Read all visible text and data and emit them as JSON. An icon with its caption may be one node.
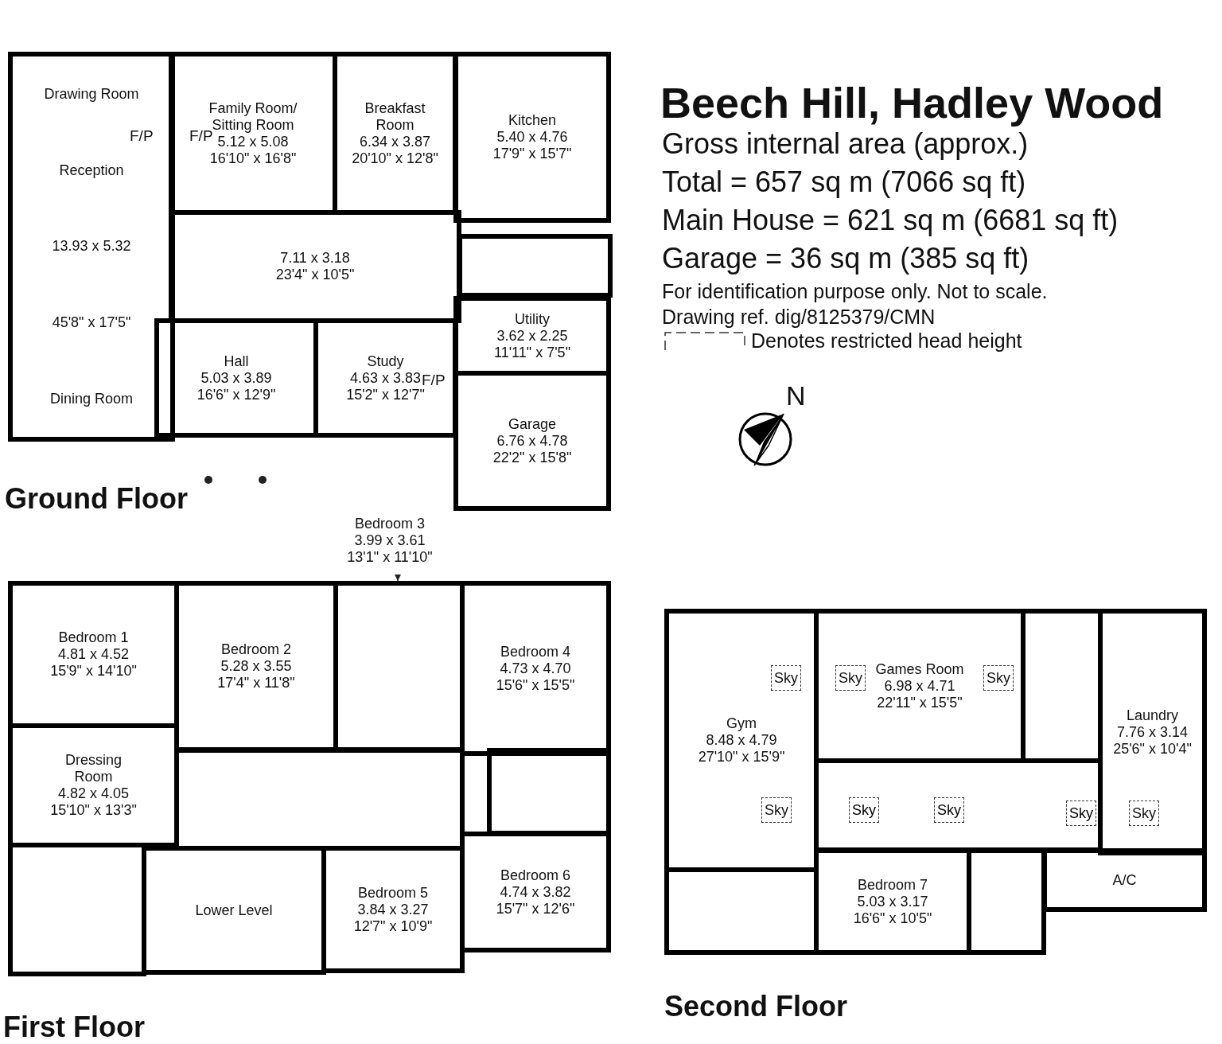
{
  "diagram": {
    "title": "Beech Hill, Hadley Wood",
    "nodes": [
      {
        "text": [
          "Drawing Room",
          "Reception",
          "13.93 x 5.32",
          "45'8\" x 17'5\"",
          "Dining Room"
        ]
      },
      {
        "text": [
          "Family Room/ Sitting Room",
          "5.12 x 5.08",
          "16'10\" x 16'8\""
        ]
      },
      {
        "text": [
          "Breakfast Room",
          "6.34 x 3.87",
          "20'10\" x 12'8\""
        ]
      },
      {
        "text": [
          "Kitchen",
          "5.40 x 4.76",
          "17'9\" x 15'7\""
        ]
      },
      {
        "text": [
          "7.11 x 3.18",
          "23'4\" x 10'5\""
        ]
      },
      {
        "text": [
          "Hall",
          "5.03 x 3.89",
          "16'6\" x 12'9\""
        ]
      },
      {
        "text": [
          "Study",
          "4.63 x 3.83",
          "15'2\" x 12'7\""
        ]
      },
      {
        "text": [
          "Utility",
          "3.62 x 2.25",
          "11'11\" x 7'5\""
        ]
      },
      {
        "text": [
          "Garage",
          "6.76 x 4.78",
          "22'2\" x 15'8\""
        ]
      },
      {
        "text": [
          "Bedroom 1",
          "4.81 x 4.52",
          "15'9\" x 14'10\""
        ]
      },
      {
        "text": [
          "Bedroom 2",
          "5.28 x 3.55",
          "17'4\" x 11'8\""
        ]
      },
      {
        "text": [
          "Bedroom 3",
          "3.99 x 3.61",
          "13'1\" x 11'10\""
        ]
      },
      {
        "text": [],
        "shape": "box"
      },
      {
        "text": [
          "Bedroom 4",
          "4.73 x 4.70",
          "15'6\" x 15'5\""
        ]
      },
      {
        "text": [
          "Dressing Room",
          "4.82 x 4.05",
          "15'10\" x 13'3\""
        ]
      },
      {
        "text": [
          "Lower Level"
        ]
      },
      {
        "text": [
          "Bedroom 5",
          "3.84 x 3.27",
          "12'7\" x 10'9\""
        ]
      },
      {
        "text": [
          "Bedroom 6",
          "4.74 x 3.82",
          "15'7\" x 12'6\""
        ]
      },
      {
        "text": [
          "Gym",
          "8.48 x 4.79",
          "27'10\" x 15'9\""
        ]
      },
      {
        "text": [
          "Sky"
        ],
        "in": 18
      },
      {
        "text": [
          "Games Room",
          "6.98 x 4.71",
          "22'11\" x 15'5\""
        ]
      },
      {
        "text": [
          "Sky"
        ],
        "in": 20
      },
      {
        "text": [
          "Sky"
        ],
        "in": 20
      },
      {
        "text": [
          "Laundry",
          "7.76 x 3.14",
          "25'6\" x 10'4\""
        ]
      },
      {
        "text": [
          "Sky"
        ],
        "in": 18
      },
      {
        "text": [
          "Sky"
        ]
      },
      {
        "text": [
          "Sky"
        ]
      },
      {
        "text": [
          "Sky"
        ]
      },
      {
        "text": [
          "Sky"
        ],
        "in": 23
      },
      {
        "text": [
          "Bedroom 7",
          "5.03 x 3.17",
          "16'6\" x 10'5\""
        ]
      },
      {
        "text": [
          "A/C"
        ]
      }
    ],
    "edges": [
      {
        "from": 11,
        "to": 12,
        "arrow": "to"
      }
    ],
    "labels": [
      "Gross internal area (approx.)",
      "Total = 657 sq m (7066 sq ft)",
      "Main House = 621 sq m (6681 sq ft)",
      "Garage = 36 sq m (385 sq ft)",
      "For identification purpose only. Not to scale.",
      "Drawing ref. dig/8125379/CMN",
      "N",
      "F/P",
      "F/P",
      "F/P",
      "Ground Floor",
      "First Floor",
      "Second Floor"
    ],
    "legend": [
      {
        "text": "Denotes restricted head height"
      }
    ]
  }
}
